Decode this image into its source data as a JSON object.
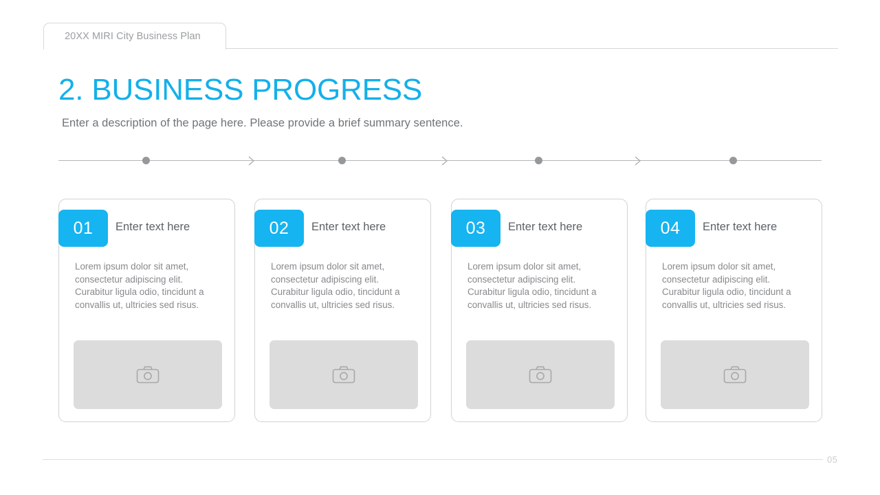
{
  "header": {
    "tab_label": "20XX MIRI City Business Plan"
  },
  "title": {
    "heading": "2. BUSINESS PROGRESS",
    "subheading": "Enter a description of the page here. Please provide a brief summary sentence.",
    "accent_color": "#14b0ea"
  },
  "timeline": {
    "dot_color": "#96989b",
    "line_color": "#b4b6b9",
    "dots": [
      {
        "name": "milestone-1"
      },
      {
        "name": "milestone-2"
      },
      {
        "name": "milestone-3"
      },
      {
        "name": "milestone-4"
      }
    ],
    "arrows": [
      {
        "name": "chevron-right-icon-1"
      },
      {
        "name": "chevron-right-icon-2"
      },
      {
        "name": "chevron-right-icon-3"
      }
    ]
  },
  "cards": [
    {
      "number": "01",
      "heading": "Enter text here",
      "body": "Lorem ipsum dolor sit amet, consectetur adipiscing elit. Curabitur ligula odio, tincidunt a convallis ut, ultricies sed risus.",
      "image_placeholder_icon": "camera-icon"
    },
    {
      "number": "02",
      "heading": "Enter text here",
      "body": "Lorem ipsum dolor sit amet, consectetur adipiscing elit. Curabitur ligula odio, tincidunt a convallis ut, ultricies sed risus.",
      "image_placeholder_icon": "camera-icon"
    },
    {
      "number": "03",
      "heading": "Enter text here",
      "body": "Lorem ipsum dolor sit amet, consectetur adipiscing elit. Curabitur ligula odio, tincidunt a convallis ut, ultricies sed risus.",
      "image_placeholder_icon": "camera-icon"
    },
    {
      "number": "04",
      "heading": "Enter text here",
      "body": "Lorem ipsum dolor sit amet, consectetur adipiscing elit. Curabitur ligula odio, tincidunt a convallis ut, ultricies sed risus.",
      "image_placeholder_icon": "camera-icon"
    }
  ],
  "footer": {
    "page_number": "05"
  },
  "theme": {
    "badge_blue": "#16b4f0",
    "image_placeholder_gray": "#dcdcdc",
    "border_gray": "#cfd2d5"
  }
}
